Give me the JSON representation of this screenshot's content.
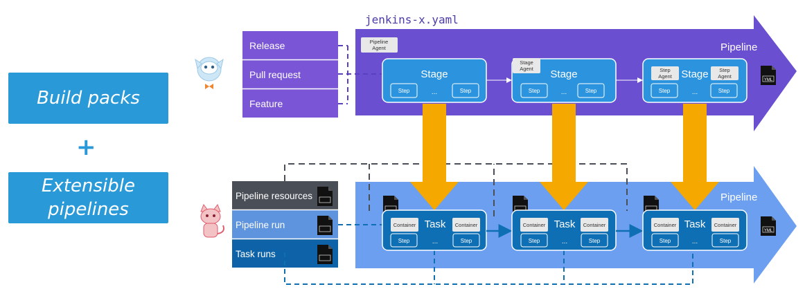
{
  "left": {
    "box1": "Build packs",
    "plus": "+",
    "box2_line1": "Extensible",
    "box2_line2": "pipelines"
  },
  "top": {
    "file_title": "jenkins-x.yaml",
    "pipeline_label": "Pipeline",
    "pipeline_agent_line1": "Pipeline",
    "pipeline_agent_line2": "Agent",
    "menu": [
      "Release",
      "Pull request",
      "Feature"
    ],
    "stage_label": "Stage",
    "step_label": "Step",
    "ellipsis": "...",
    "stage_agent_line1": "Stage",
    "stage_agent_line2": "Agent",
    "step_agent_line1": "Step",
    "step_agent_line2": "Agent",
    "yml_badge": "YML"
  },
  "bottom": {
    "pipeline_label": "Pipeline",
    "menu": [
      "Pipeline resources",
      "Pipeline run",
      "Task runs"
    ],
    "task_label": "Task",
    "container_label": "Container",
    "step_label": "Step",
    "ellipsis": "...",
    "yml_badge": "YML"
  },
  "colors": {
    "purple": "#6b4fd1",
    "purple_menu": "#7a55d6",
    "light_blue": "#6c9ff0",
    "stage_blue": "#2c94de",
    "task_blue": "#0f6fb5",
    "orange": "#f4a800",
    "menu_dark": "#4a4e57",
    "menu_mid": "#5e93dd",
    "menu_navy": "#0d62a8",
    "accent_blue": "#2999d8"
  }
}
